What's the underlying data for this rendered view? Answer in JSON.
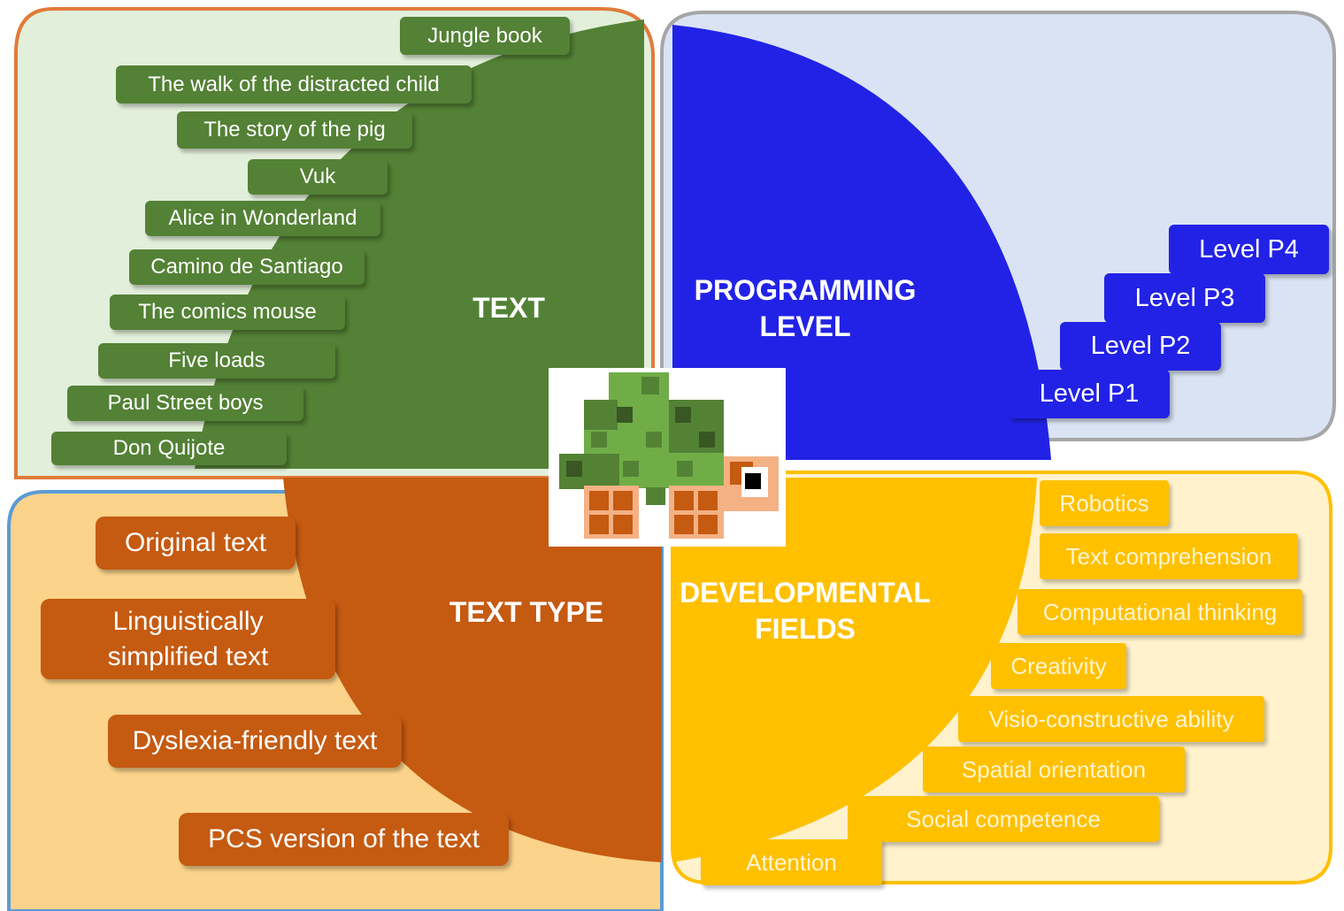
{
  "text_quadrant": {
    "title": "TEXT",
    "items": [
      "Jungle book",
      "The walk of the distracted child",
      "The story of the pig",
      "Vuk",
      "Alice in Wonderland",
      "Camino de Santiago",
      "The comics mouse",
      "Five loads",
      "Paul Street boys",
      "Don Quijote"
    ]
  },
  "programming_quadrant": {
    "title_line1": "PROGRAMMING",
    "title_line2": "LEVEL",
    "items": [
      "Level P4",
      "Level P3",
      "Level P2",
      "Level P1"
    ]
  },
  "text_type_quadrant": {
    "title": "TEXT TYPE",
    "items": [
      "Original text",
      "Linguistically simplified  text",
      "Dyslexia-friendly text",
      "PCS version of the text"
    ]
  },
  "developmental_quadrant": {
    "title_line1": "DEVELOPMENTAL",
    "title_line2": "FIELDS",
    "items": [
      "Robotics",
      "Text comprehension",
      "Computational thinking",
      "Creativity",
      "Visio-constructive  ability",
      "Spatial orientation",
      "Social competence",
      "Attention"
    ]
  },
  "colors": {
    "text_green": "#538135",
    "programming_blue": "#2222e6",
    "text_type_orange": "#c55a11",
    "developmental_yellow": "#ffc000"
  },
  "center_icon": "pixel-turtle-robot-icon"
}
